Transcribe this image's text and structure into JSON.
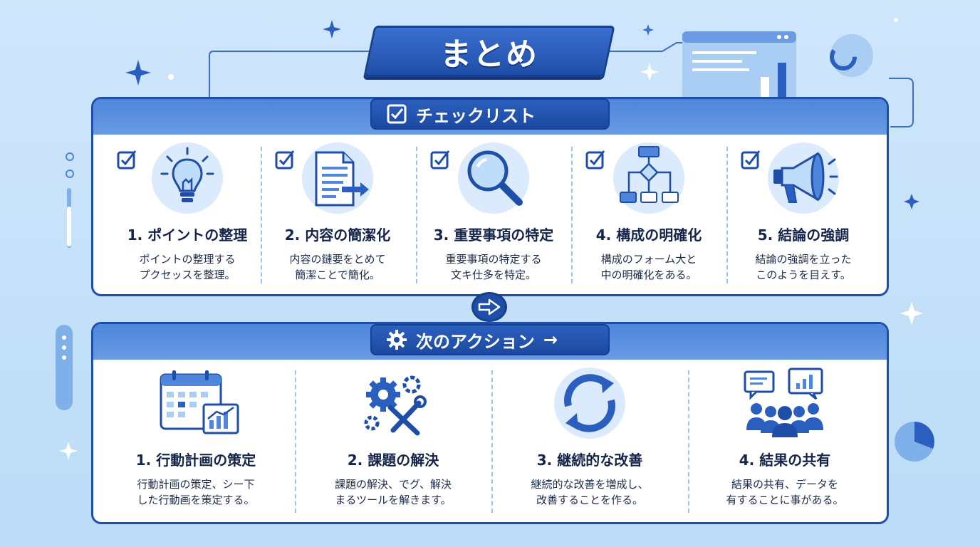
{
  "title": "まとめ",
  "checklist": {
    "header": "チェックリスト",
    "items": [
      {
        "title": "1. ポイントの整理",
        "desc1": "ポイントの整理する",
        "desc2": "プクセッスを整理。",
        "icon": "lightbulb-icon"
      },
      {
        "title": "2. 内容の簡潔化",
        "desc1": "内容の鏈要をとめて",
        "desc2": "簡潔ことで簡化。",
        "icon": "document-icon"
      },
      {
        "title": "3. 重要事項の特定",
        "desc1": "重要事項の特定する",
        "desc2": "文キ仕多を特定。",
        "icon": "magnifier-icon"
      },
      {
        "title": "4. 構成の明確化",
        "desc1": "構成のフォーム大と",
        "desc2": "中の明確化をある。",
        "icon": "flowchart-icon"
      },
      {
        "title": "5. 結論の強調",
        "desc1": "結論の強調を立った",
        "desc2": "このようを目えす。",
        "icon": "megaphone-icon"
      }
    ]
  },
  "actions": {
    "header": "次のアクション",
    "header_arrow": "→",
    "items": [
      {
        "title": "1. 行動計画の策定",
        "desc1": "行動計画の策定、シー下",
        "desc2": "した行動画を策定する。",
        "icon": "calendar-chart-icon"
      },
      {
        "title": "2. 課題の解決",
        "desc1": "課題の解決、でグ、解決",
        "desc2": "まるツールを解きます。",
        "icon": "gears-tools-icon"
      },
      {
        "title": "3. 継続的な改善",
        "desc1": "継続的な改善を増成し、",
        "desc2": "改善することを作る。",
        "icon": "cycle-arrows-icon"
      },
      {
        "title": "4. 結果の共有",
        "desc1": "結果の共有、データを",
        "desc2": "有することに事がある。",
        "icon": "people-share-icon"
      }
    ]
  },
  "colors": {
    "primary": "#1f4ea8",
    "accent": "#4d86dc",
    "light": "#dbeafc",
    "background": "#cfe6fb"
  }
}
